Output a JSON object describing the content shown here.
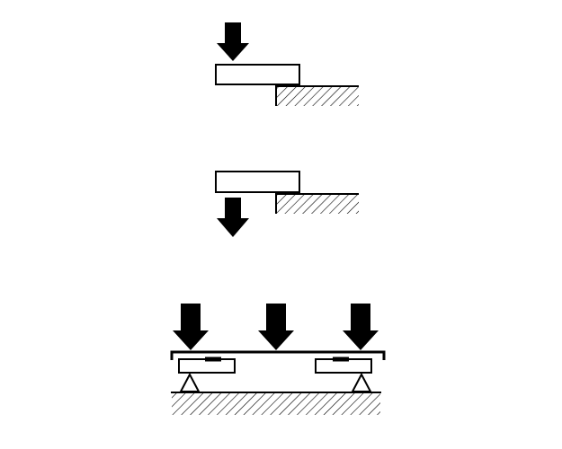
{
  "diagram": {
    "panels": [
      {
        "id": "top",
        "arrow": "down-above-block"
      },
      {
        "id": "middle",
        "arrow": "down-below-block"
      },
      {
        "id": "bottom",
        "arrows": 3
      }
    ]
  },
  "colors": {
    "stroke": "#000000",
    "fill": "#000000",
    "background": "#ffffff"
  }
}
